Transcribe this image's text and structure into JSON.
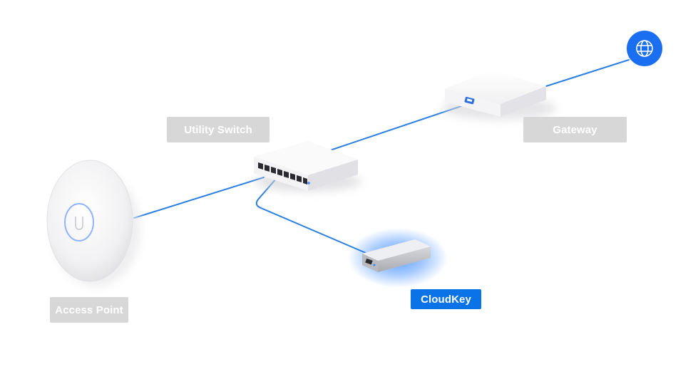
{
  "diagram": {
    "labels": {
      "utility_switch": "Utility Switch",
      "gateway": "Gateway",
      "access_point": "Access Point",
      "cloudkey": "CloudKey"
    },
    "active_device": "cloudkey",
    "icons": {
      "internet": "globe-icon"
    },
    "colors": {
      "link": "#2b7fe0",
      "accent": "#0b73e8",
      "label_inactive": "#d7d7d7",
      "device": "#f2f2f4"
    }
  }
}
